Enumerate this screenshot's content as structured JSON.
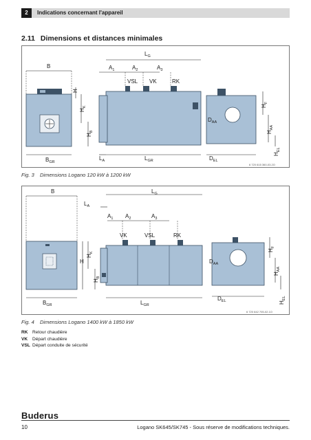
{
  "header": {
    "chapter_number": "2",
    "chapter_title": "Indications concernant l'appareil"
  },
  "section": {
    "number": "2.11",
    "title": "Dimensions et distances minimales"
  },
  "figure1": {
    "labels": {
      "B": "B",
      "LG": "L",
      "LG_sub": "G",
      "A1": "A",
      "A1_sub": "1",
      "A2": "A",
      "A2_sub": "2",
      "A3": "A",
      "A3_sub": "3",
      "VSL": "VSL",
      "VK": "VK",
      "RK": "RK",
      "H": "H",
      "HK": "H",
      "HK_sub": "K",
      "HB": "H",
      "HB_sub": "B",
      "BGR": "B",
      "BGR_sub": "GR",
      "LA": "L",
      "LA_sub": "A",
      "LGR": "L",
      "LGR_sub": "GR",
      "DEL": "D",
      "DEL_sub": "EL",
      "DAA": "D",
      "DAA_sub": "AA",
      "HF": "H",
      "HF_sub": "F",
      "HAA": "H",
      "HAA_sub": "AA",
      "HEL": "H",
      "HEL_sub": "EL"
    },
    "ref": "6 720 615 360-03.2O",
    "caption_num": "Fig. 3",
    "caption_text": "Dimensions Logano 120 kW à 1200 kW"
  },
  "figure2": {
    "labels": {
      "B": "B",
      "LG": "L",
      "LG_sub": "G",
      "LA": "L",
      "LA_sub": "A",
      "A1": "A",
      "A1_sub": "1",
      "A2": "A",
      "A2_sub": "2",
      "A3": "A",
      "A3_sub": "3",
      "VK": "VK",
      "VSL": "VSL",
      "RK": "RK",
      "H": "H",
      "HK": "H",
      "HK_sub": "K",
      "HB": "H",
      "HB_sub": "B",
      "BGR": "B",
      "BGR_sub": "GR",
      "LGR": "L",
      "LGR_sub": "GR",
      "DEL": "D",
      "DEL_sub": "EL",
      "DAA": "D",
      "DAA_sub": "AA",
      "HF": "H",
      "HF_sub": "F",
      "HAA": "H",
      "HAA_sub": "AA",
      "HEL": "H",
      "HEL_sub": "EL"
    },
    "ref": "6 720 642 705-02.1O",
    "caption_num": "Fig. 4",
    "caption_text": "Dimensions Logano 1400 kW à 1850 kW"
  },
  "legend": [
    {
      "key": "RK",
      "text": "Retour chaudière"
    },
    {
      "key": "VK",
      "text": "Départ chaudière"
    },
    {
      "key": "VSL",
      "text": "Départ conduite de sécurité"
    }
  ],
  "footer": {
    "brand": "Buderus",
    "page": "10",
    "text": "Logano SK645/SK745 - Sous réserve de modifications techniques."
  }
}
